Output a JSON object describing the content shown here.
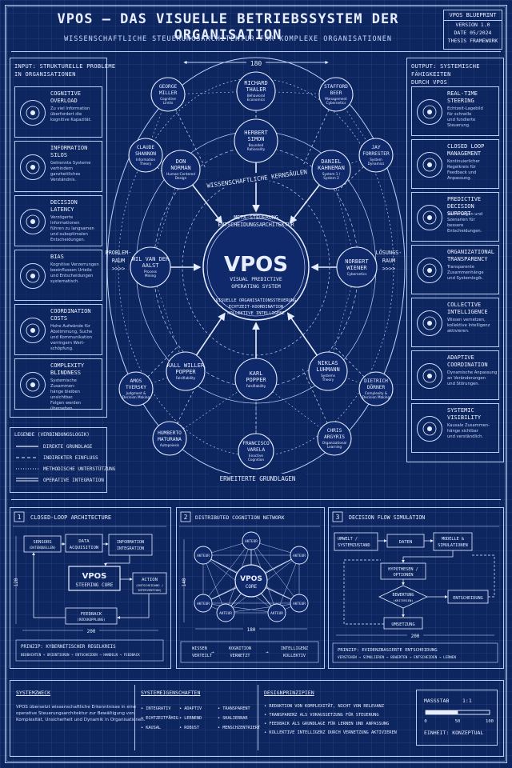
{
  "header": {
    "title": "VPOS – DAS VISUELLE BETRIEBSSYSTEM DER ORGANISATION",
    "subtitle": "WISSENSCHAFTLICHE STEUERUNGSARCHITEKTUR FÜR KOMPLEXE ORGANISATIONEN",
    "blueprint": {
      "label": "VPOS BLUEPRINT",
      "version": "VERSION 1.0",
      "date": "DATE 05/2024",
      "framework": "THESIS FRAMEWORK"
    }
  },
  "input": {
    "heading_1": "INPUT: STRUKTURELLE PROBLEME",
    "heading_2": "IN ORGANISATIONEN",
    "items": [
      {
        "name1": "COGNITIVE",
        "name2": "OVERLOAD",
        "desc": [
          "Zu viel Information",
          "überfordert die",
          "kognitive Kapazität."
        ],
        "icon": "brain-icon"
      },
      {
        "name1": "INFORMATION",
        "name2": "SILOS",
        "desc": [
          "Getrennte Systeme",
          "verhindern",
          "ganzheitliches",
          "Verständnis."
        ],
        "icon": "database-icon"
      },
      {
        "name1": "DECISION",
        "name2": "LATENCY",
        "desc": [
          "Verzögerte Informationen",
          "führen zu langsamen",
          "und suboptimalen",
          "Entscheidungen."
        ],
        "icon": "hourglass-icon"
      },
      {
        "name1": "BIAS",
        "name2": "",
        "desc": [
          "Kognitive Verzerrungen",
          "beeinflussen Urteile",
          "und Entscheidungen",
          "systematisch."
        ],
        "icon": "eye-icon"
      },
      {
        "name1": "COORDINATION",
        "name2": "COSTS",
        "desc": [
          "Hohe Aufwände für",
          "Abstimmung, Suche",
          "und Kommunikation",
          "verringern Wert-",
          "schöpfung."
        ],
        "icon": "people-icon"
      },
      {
        "name1": "COMPLEXITY",
        "name2": "BLINDNESS",
        "desc": [
          "Systemische Zusammen-",
          "hänge bleiben unsichtbar.",
          "Folgen werden übersehen."
        ],
        "icon": "network-icon"
      }
    ]
  },
  "output": {
    "heading_1": "OUTPUT: SYSTEMISCHE FÄHIGKEITEN",
    "heading_2": "DURCH VPOS",
    "items": [
      {
        "name1": "REAL-TIME",
        "name2": "STEERING",
        "desc": [
          "Echtzeit-Lagebild",
          "für schnelle",
          "und fundierte Steuerung."
        ],
        "icon": "gauge-icon"
      },
      {
        "name1": "CLOSED LOOP",
        "name2": "MANAGEMENT",
        "desc": [
          "Kontinuierlicher",
          "Regelkreis für",
          "Feedback und",
          "Anpassung."
        ],
        "icon": "cycle-icon"
      },
      {
        "name1": "PREDICTIVE",
        "name2": "DECISION SUPPORT",
        "desc": [
          "Vorhersagen und",
          "Szenarien für",
          "bessere Entscheidungen."
        ],
        "icon": "chart-icon"
      },
      {
        "name1": "ORGANIZATIONAL",
        "name2": "TRANSPARENCY",
        "desc": [
          "Transparente",
          "Zusammenhänge",
          "und Systemlogik."
        ],
        "icon": "eye-icon"
      },
      {
        "name1": "COLLECTIVE",
        "name2": "INTELLIGENCE",
        "desc": [
          "Wissen vernetzen,",
          "kollektive Intelligenz",
          "aktivieren."
        ],
        "icon": "people-icon"
      },
      {
        "name1": "ADAPTIVE",
        "name2": "COORDINATION",
        "desc": [
          "Dynamische Anpassung",
          "an Veränderungen",
          "und Störungen."
        ],
        "icon": "arrows-icon"
      },
      {
        "name1": "SYSTEMIC",
        "name2": "VISIBILITY",
        "desc": [
          "Kausale Zusammen-",
          "hänge sichtbar",
          "und verständlich."
        ],
        "icon": "magnifier-icon"
      }
    ]
  },
  "legend": {
    "title": "LEGENDE (VERBINDUNGSLOGIK)",
    "items": [
      "DIREKTE GRUNDLAGE",
      "INDIREKTER EINFLUSS",
      "METHODISCHE UNTERSTÜTZUNG",
      "OPERATIVE INTEGRATION"
    ]
  },
  "diagram": {
    "dimension_top": "180",
    "core": {
      "title": "VPOS",
      "sub1": "VISUAL PREDICTIVE",
      "sub2": "OPERATING SYSTEM",
      "meta1": "META-STEUERUNG",
      "meta2": "ENTSCHEIDUNGSARCHITEKTUR",
      "cap1": "VISUELLE ORGANISATIONSSTEUERUNG",
      "cap2": "ECHTZEIT-KOORDINATION",
      "cap3": "KOLLEKTIVE INTELLIGENZ"
    },
    "ring_top": "WISSENSCHAFTLICHE KERNSÄULEN",
    "ring_bottom": "ERWEITERTE GRUNDLAGEN",
    "problem": [
      "PROBLEM-",
      "RAUM",
      ">>>>"
    ],
    "solution": [
      "LÖSUNGS-",
      "RAUM",
      ">>>>"
    ],
    "scientists": [
      {
        "n1": "RICHARD",
        "n2": "THALER",
        "f1": "Behavioral",
        "f2": "Economics"
      },
      {
        "n1": "GEORGE",
        "n2": "MILLER",
        "f1": "Cognitive",
        "f2": "Limits"
      },
      {
        "n1": "STAFFORD",
        "n2": "BEER",
        "f1": "Management",
        "f2": "Cybernetics"
      },
      {
        "n1": "HERBERT",
        "n2": "SIMON",
        "f1": "Bounded",
        "f2": "Rationality"
      },
      {
        "n1": "CLAUDE",
        "n2": "SHANNON",
        "f1": "Information",
        "f2": "Theory"
      },
      {
        "n1": "JAY",
        "n2": "FORRESTER",
        "f1": "System",
        "f2": "Dynamics"
      },
      {
        "n1": "DON",
        "n2": "NORMAN",
        "f1": "Human-Centered",
        "f2": "Design"
      },
      {
        "n1": "DANIEL",
        "n2": "KAHNEMAN",
        "f1": "System 1 /",
        "f2": "System 2"
      },
      {
        "n1": "WIL VAN DER",
        "n2": "AALST",
        "f1": "Process",
        "f2": "Mining"
      },
      {
        "n1": "NORBERT",
        "n2": "WIENER",
        "f1": "Cybernetics",
        "f2": ""
      },
      {
        "n1": "KALL WILLER",
        "n2": "POPPER",
        "f1": "Falsifiability",
        "f2": ""
      },
      {
        "n1": "NIKLAS",
        "n2": "LUHMANN",
        "f1": "Systems",
        "f2": "Theory"
      },
      {
        "n1": "KARL",
        "n2": "POPPER",
        "f1": "Falsifiability",
        "f2": ""
      },
      {
        "n1": "AMOS",
        "n2": "TVERSKY",
        "f1": "Judgment &",
        "f2": "Decision Making"
      },
      {
        "n1": "DIETRICH",
        "n2": "DÖRNER",
        "f1": "Complexity &",
        "f2": "Decision Making"
      },
      {
        "n1": "HUMBERTO",
        "n2": "MATURANA",
        "f1": "Autopoiesis",
        "f2": ""
      },
      {
        "n1": "FRANCISCO",
        "n2": "VARELA",
        "f1": "Enactive",
        "f2": "Cognition"
      },
      {
        "n1": "CHRIS",
        "n2": "ARGYRIS",
        "f1": "Organizational",
        "f2": "Learning"
      }
    ]
  },
  "panel1": {
    "num": "1",
    "title": "CLOSED-LOOP ARCHITECTURE",
    "sensors": [
      "SENSORS",
      "(DATENQUELLEN)"
    ],
    "acquisition": [
      "DATA",
      "ACQUISITION"
    ],
    "integration": [
      "INFORMATION",
      "INTEGRATION"
    ],
    "core": [
      "VPOS",
      "STEERING CORE"
    ],
    "action": [
      "ACTION",
      "(ENTSCHEIDUNG /",
      "INTERVENTION)"
    ],
    "feedback": [
      "FEEDBACK",
      "(RÜCKKOPPLUNG)"
    ],
    "dim_h": "200",
    "dim_v": "120",
    "principle": "PRINZIP: KYBERNETISCHER REGELKREIS",
    "flow": "BEOBACHTEN → ORIENTIEREN → ENTSCHEIDEN → HANDELN → FEEDBACK"
  },
  "panel2": {
    "num": "2",
    "title": "DISTRIBUTED COGNITION NETWORK",
    "core": [
      "VPOS",
      "CORE"
    ],
    "node": "AKTEUR",
    "dim_h": "180",
    "dim_v": "140",
    "flow": [
      [
        "WISSEN",
        "VERTEILT"
      ],
      [
        "KOGNITION",
        "VERNETZT"
      ],
      [
        "INTELLIGENZ",
        "KOLLEKTIV"
      ]
    ]
  },
  "panel3": {
    "num": "3",
    "title": "DECISION FLOW SIMULATION",
    "env": [
      "UMWELT /",
      "SYSTEMZUSTAND"
    ],
    "data": "DATEN",
    "models": [
      "MODELLE &",
      "SIMULATIONEN"
    ],
    "hypo": [
      "HYPOTHESEN /",
      "OPTIONEN"
    ],
    "eval": [
      "BEWERTUNG",
      "(KRITERIEN)"
    ],
    "decision": "ENTSCHEIDUNG",
    "impl": "UMSETZUNG",
    "dim_h": "200",
    "principle": "PRINZIP: EVIDENZBASIERTE ENTSCHEIDUNG",
    "flow": "VERSTEHEN → SIMULIEREN → BEWERTEN → ENTSCHEIDEN → LERNEN"
  },
  "footer": {
    "zweck_title": "SYSTEMZWECK",
    "zweck_text": [
      "VPOS übersetzt wissenschaftliche Erkenntnisse in eine",
      "operative Steuerungsarchitektur zur Bewältigung von",
      "Komplexität, Unsicherheit und Dynamik in Organisationen."
    ],
    "eig_title": "SYSTEMEIGENSCHAFTEN",
    "eig_cols": [
      [
        "• INTEGRATIV",
        "• ECHTZEITFÄHIG",
        "• KAUSAL"
      ],
      [
        "• ADAPTIV",
        "• LERNEND",
        "• ROBUST"
      ],
      [
        "• TRANSPARENT",
        "• SKALIERBAR",
        "• MENSCHZENTRIERT"
      ]
    ],
    "design_title": "DESIGNPRINZIPIEN",
    "design_items": [
      "• REDUKTION VON KOMPLEXITÄT, NICHT VON RELEVANZ",
      "• TRANSPARENZ ALS VORAUSSETZUNG FÜR STEUERUNG",
      "• FEEDBACK ALS GRUNDLAGE FÜR LERNEN UND ANPASSUNG",
      "• KOLLEKTIVE INTELLIGENZ DURCH VERNETZUNG AKTIVIEREN"
    ],
    "scale_label": "MASSSTAB",
    "scale_value": "1:1",
    "scale_ticks": [
      "0",
      "50",
      "100"
    ],
    "unit": "EINHEIT: KONZEPTUAL"
  }
}
